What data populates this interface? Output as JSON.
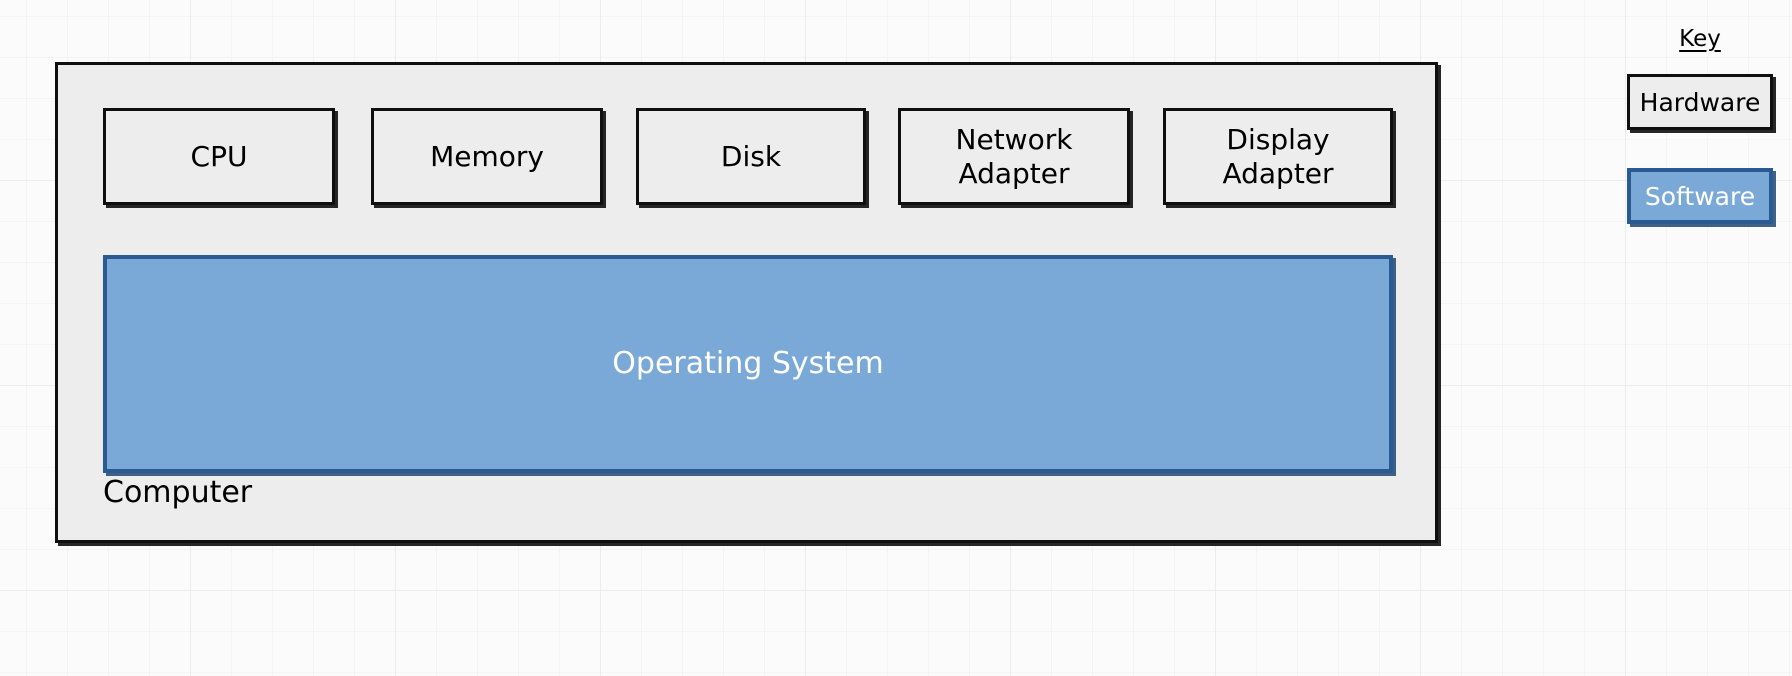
{
  "diagram": {
    "container": {
      "label": "Computer",
      "type": "hardware"
    },
    "components": [
      {
        "id": "cpu",
        "label": "CPU",
        "type": "hardware"
      },
      {
        "id": "memory",
        "label": "Memory",
        "type": "hardware"
      },
      {
        "id": "disk",
        "label": "Disk",
        "type": "hardware"
      },
      {
        "id": "network",
        "label": "Network\nAdapter",
        "type": "hardware"
      },
      {
        "id": "display",
        "label": "Display\nAdapter",
        "type": "hardware"
      }
    ],
    "software_layer": {
      "label": "Operating System",
      "type": "software"
    }
  },
  "key": {
    "title": "Key",
    "items": [
      {
        "label": "Hardware",
        "fill": "#ededed",
        "border": "#0f0f0f",
        "text": "#000000"
      },
      {
        "label": "Software",
        "fill": "#7aa9d8",
        "border": "#2a5a92",
        "text": "#ffffff"
      }
    ]
  },
  "colors": {
    "page_background": "#fbfbfb",
    "grid_minor": "#f4f4f4",
    "grid_major": "#ececec",
    "hardware_fill": "#ededed",
    "hardware_border": "#0f0f0f",
    "software_fill": "#7aa9d8",
    "software_border": "#2a5a92"
  }
}
